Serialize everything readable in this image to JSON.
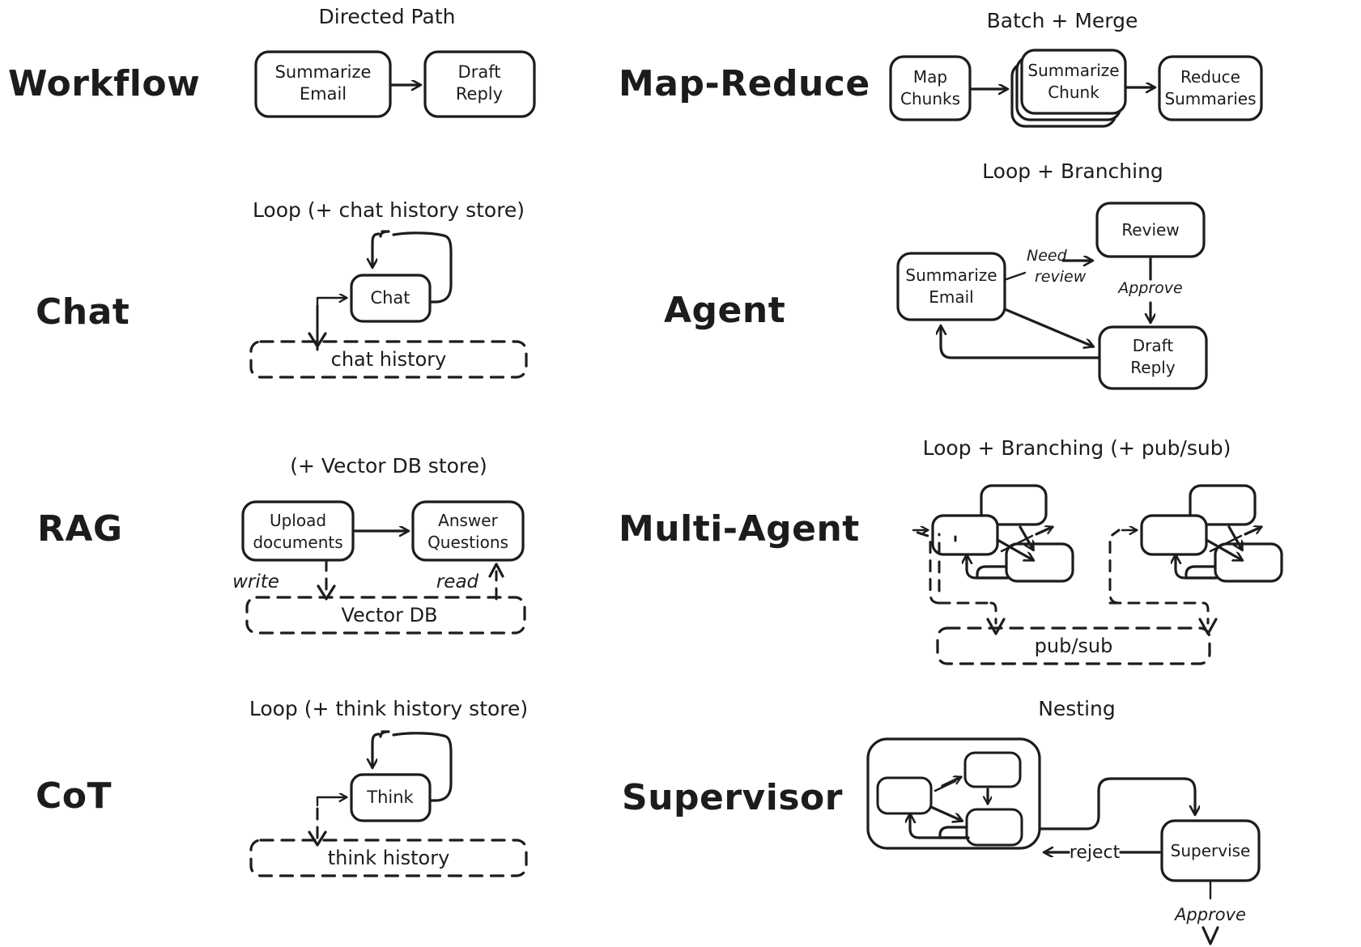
{
  "page": {
    "title": "Agentic patterns overview",
    "background": "#ffffff",
    "ink": "#1a1c1e"
  },
  "rows": [
    {
      "id": "workflow",
      "label": "Workflow",
      "caption": "Directed Path",
      "nodes": [
        "Summarize\nEmail",
        "Draft\nReply"
      ],
      "node_lines": [
        [
          "Summarize",
          "Email"
        ],
        [
          "Draft",
          "Reply"
        ]
      ],
      "edges": [
        {
          "from": "Summarize Email",
          "to": "Draft Reply",
          "label": ""
        }
      ],
      "stores": [],
      "edge_labels": []
    },
    {
      "id": "map-reduce",
      "label": "Map-Reduce",
      "caption": "Batch + Merge",
      "node_lines": [
        [
          "Map",
          "Chunks"
        ],
        [
          "Summarize",
          "Chunk"
        ],
        [
          "Reduce",
          "Summaries"
        ]
      ],
      "stacked_node": "Summarize Chunk",
      "stack_count": 3,
      "edges": [
        {
          "from": "Map Chunks",
          "to": "Summarize Chunk",
          "label": ""
        },
        {
          "from": "Summarize Chunk",
          "to": "Reduce Summaries",
          "label": ""
        }
      ],
      "stores": [],
      "edge_labels": []
    },
    {
      "id": "chat",
      "label": "Chat",
      "caption": "Loop (+ chat history store)",
      "node_lines": [
        [
          "Chat"
        ]
      ],
      "stack_count": 2,
      "stores": [
        "chat history"
      ],
      "edges": [
        {
          "from": "Chat",
          "to": "Chat",
          "label": "self-loop"
        }
      ],
      "edge_labels": []
    },
    {
      "id": "agent",
      "label": "Agent",
      "caption": "Loop + Branching",
      "node_lines": [
        [
          "Summarize",
          "Email"
        ],
        [
          "Review"
        ],
        [
          "Draft",
          "Reply"
        ]
      ],
      "stores": [],
      "edges": [
        {
          "from": "Summarize Email",
          "to": "Review",
          "label": "Need review"
        },
        {
          "from": "Review",
          "to": "Draft Reply",
          "label": "Approve"
        },
        {
          "from": "Summarize Email",
          "to": "Draft Reply",
          "label": ""
        },
        {
          "from": "Draft Reply",
          "to": "Summarize Email",
          "label": ""
        }
      ],
      "edge_labels": [
        "Need",
        "review",
        "Approve"
      ]
    },
    {
      "id": "rag",
      "label": "RAG",
      "caption": "(+ Vector DB store)",
      "node_lines": [
        [
          "Upload",
          "documents"
        ],
        [
          "Answer",
          "Questions"
        ]
      ],
      "stores": [
        "Vector DB"
      ],
      "edges": [
        {
          "from": "Upload documents",
          "to": "Answer Questions",
          "label": ""
        },
        {
          "from": "Upload documents",
          "to": "Vector DB",
          "label": "write"
        },
        {
          "from": "Vector DB",
          "to": "Answer Questions",
          "label": "read"
        }
      ],
      "edge_labels": [
        "write",
        "read"
      ]
    },
    {
      "id": "multi-agent",
      "label": "Multi-Agent",
      "caption": "Loop + Branching (+ pub/sub)",
      "node_lines": [
        [],
        [],
        []
      ],
      "cluster_count": 2,
      "nodes_per_cluster": 3,
      "stores": [
        "pub/sub"
      ],
      "edges": [],
      "edge_labels": []
    },
    {
      "id": "cot",
      "label": "CoT",
      "caption": "Loop (+ think history store)",
      "node_lines": [
        [
          "Think"
        ]
      ],
      "stack_count": 2,
      "stores": [
        "think history"
      ],
      "edges": [
        {
          "from": "Think",
          "to": "Think",
          "label": "self-loop"
        }
      ],
      "edge_labels": []
    },
    {
      "id": "supervisor",
      "label": "Supervisor",
      "caption": "Nesting",
      "node_lines": [
        [
          "Supervise"
        ]
      ],
      "nested_nodes": 3,
      "stores": [],
      "edges": [
        {
          "from": "nested-cluster",
          "to": "Supervise",
          "label": ""
        },
        {
          "from": "Supervise",
          "to": "nested-cluster",
          "label": "reject"
        },
        {
          "from": "Supervise",
          "to": "",
          "label": "Approve"
        }
      ],
      "edge_labels": [
        "reject",
        "Approve"
      ]
    }
  ],
  "labels": {
    "workflow": "Workflow",
    "chat": "Chat",
    "rag": "RAG",
    "cot": "CoT",
    "map_reduce": "Map-Reduce",
    "agent": "Agent",
    "multi_agent": "Multi-Agent",
    "supervisor": "Supervisor"
  },
  "captions": {
    "directed_path": "Directed Path",
    "batch_merge": "Batch + Merge",
    "loop_chat": "Loop (+ chat history store)",
    "loop_branching": "Loop + Branching",
    "vector_db_store": "(+ Vector DB store)",
    "loop_branching_pubsub": "Loop + Branching (+ pub/sub)",
    "loop_think": "Loop (+ think history store)",
    "nesting": "Nesting"
  },
  "nodes": {
    "summarize": "Summarize",
    "email": "Email",
    "draft": "Draft",
    "reply": "Reply",
    "map": "Map",
    "chunks": "Chunks",
    "chunk": "Chunk",
    "reduce": "Reduce",
    "summaries": "Summaries",
    "chat": "Chat",
    "review": "Review",
    "upload": "Upload",
    "documents": "documents",
    "answer": "Answer",
    "questions": "Questions",
    "think": "Think",
    "supervise": "Supervise"
  },
  "stores": {
    "chat_history": "chat history",
    "vector_db": "Vector DB",
    "pubsub": "pub/sub",
    "think_history": "think history"
  },
  "edge_labels": {
    "need": "Need",
    "review": "review",
    "approve": "Approve",
    "write": "write",
    "read": "read",
    "reject": "reject",
    "approve2": "Approve"
  }
}
